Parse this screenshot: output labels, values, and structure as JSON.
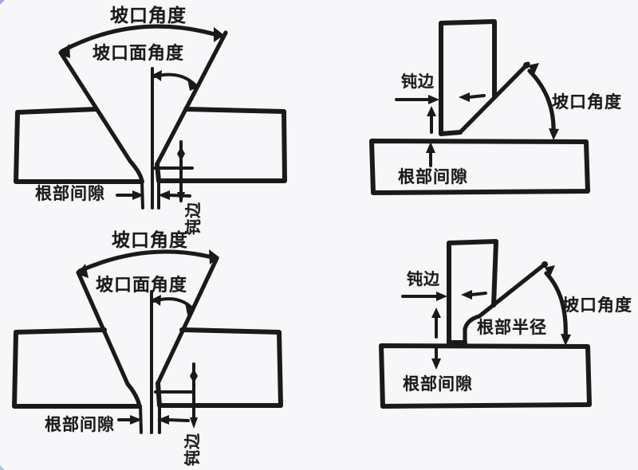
{
  "colors": {
    "ink": "#1a1a1a",
    "background": "#f7f7f9",
    "corner_accent": "#7b95d8"
  },
  "diagrams": {
    "v_groove_top": {
      "groove_angle": "坡口角度",
      "groove_face_angle": "坡口面角度",
      "root_gap": "根部间隙",
      "root_face": "钝边"
    },
    "bevel_tee_top": {
      "root_face": "钝边",
      "groove_angle": "坡口角度",
      "root_gap": "根部间隙"
    },
    "v_groove_bottom": {
      "groove_angle": "坡口角度",
      "groove_face_angle": "坡口面角度",
      "root_gap": "根部间隙",
      "root_face": "钝边"
    },
    "j_groove_bottom": {
      "root_face": "钝边",
      "root_radius": "根部半径",
      "groove_angle": "坡口角度",
      "root_gap": "根部间隙"
    }
  }
}
